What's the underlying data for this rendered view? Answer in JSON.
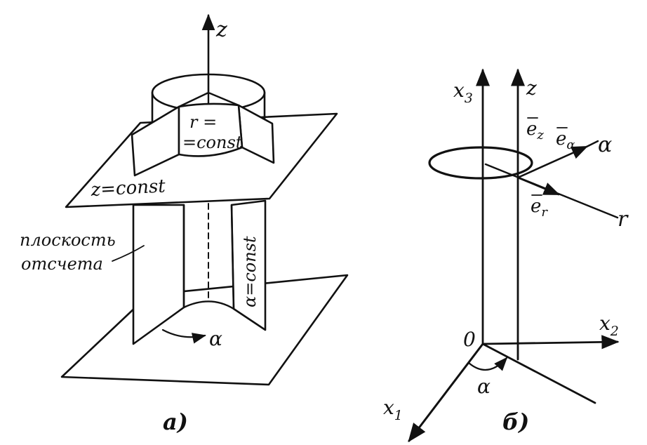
{
  "figure_a": {
    "axis_z": "z",
    "label_r_line1": "r =",
    "label_r_line2": "=const",
    "label_z_plane": "z=const",
    "label_alpha_plane": "α=const",
    "label_ref_line1": "плоскость",
    "label_ref_line2": "отсчета",
    "angle_alpha": "α",
    "caption": "а)"
  },
  "figure_b": {
    "axis_x3": "x",
    "axis_x3_sub": "3",
    "axis_z": "z",
    "vec_ez": "e",
    "vec_ez_sub": "z",
    "vec_ea": "e",
    "vec_ea_sub": "α",
    "dir_alpha": "α",
    "vec_er": "e",
    "vec_er_sub": "r",
    "dir_r": "r",
    "axis_x2": "x",
    "axis_x2_sub": "2",
    "origin": "0",
    "angle_alpha": "α",
    "axis_x1": "x",
    "axis_x1_sub": "1",
    "caption": "б)"
  }
}
